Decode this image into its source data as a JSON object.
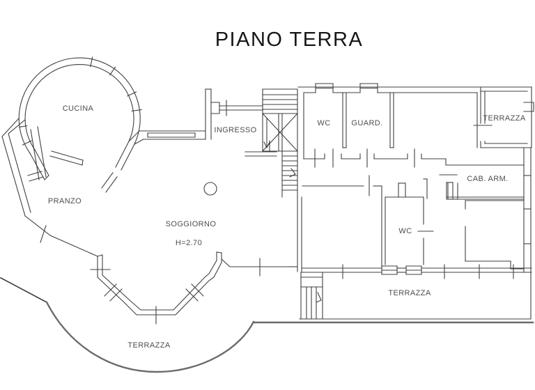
{
  "title": "PIANO TERRA",
  "plan": {
    "type": "architectural-floor-plan",
    "rooms": [
      {
        "id": "cucina",
        "label": "CUCINA"
      },
      {
        "id": "pranzo",
        "label": "PRANZO"
      },
      {
        "id": "soggiorno",
        "label": "SOGGIORNO",
        "height_note": "H=2.70"
      },
      {
        "id": "ingresso",
        "label": "INGRESSO"
      },
      {
        "id": "wc-1",
        "label": "WC"
      },
      {
        "id": "guardaroba",
        "label": "GUARD."
      },
      {
        "id": "terrazza-nord-est",
        "label": "TERRAZZA"
      },
      {
        "id": "cabina-armadio",
        "label": "CAB. ARM."
      },
      {
        "id": "wc-2",
        "label": "WC"
      },
      {
        "id": "terrazza-sud",
        "label": "TERRAZZA"
      },
      {
        "id": "terrazza-ovest",
        "label": "TERRAZZA"
      }
    ],
    "colors": {
      "walls": "#3f3f3f",
      "labels": "#4d4d4d",
      "thick_outline": "#6a6a6a",
      "background": "#ffffff"
    }
  }
}
